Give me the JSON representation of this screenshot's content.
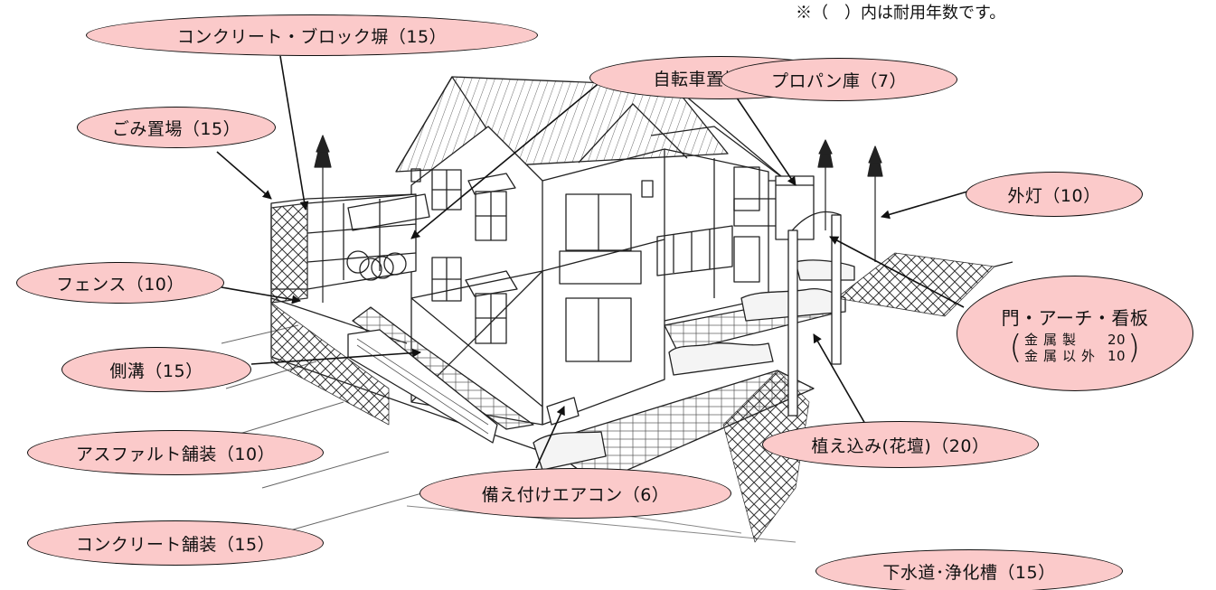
{
  "note": "※（　）内は耐用年数です。",
  "labels": {
    "block_wall": "コンクリート・ブロック塀（15）",
    "garbage": "ごみ置場（15）",
    "fence": "フェンス（10）",
    "gutter": "側溝（15）",
    "asphalt": "アスファルト舗装（10）",
    "concrete_paving": "コンクリート舗装（15）",
    "bicycle": "自転車置場（7）",
    "propane": "プロパン庫（7）",
    "light": "外灯（10）",
    "gate_title": "門・アーチ・看板",
    "gate_metal_label": "金属製",
    "gate_metal_years": "20",
    "gate_nonmetal_label": "金属以外",
    "gate_nonmetal_years": "10",
    "planting": "植え込み(花壇)（20）",
    "aircon": "備え付けエアコン（6）",
    "sewer": "下水道･浄化槽（15）"
  },
  "colors": {
    "bubble_fill": "#fbcaca",
    "line": "#111111"
  }
}
